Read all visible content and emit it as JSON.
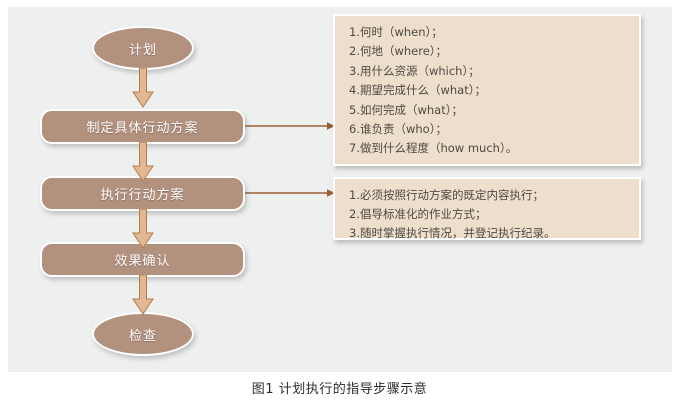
{
  "figure": {
    "caption": "图1  计划执行的指导步骤示意"
  },
  "colors": {
    "canvas_background": "#eef0ef",
    "node_fill": "#b2917f",
    "node_text": "#ffffff",
    "info_box_fill": "#eddfcb",
    "info_text": "#4e4a45",
    "arrow_fill": "#e3b794",
    "arrow_stroke": "#a06a3e",
    "connector_line": "#9a5f33",
    "page_background": "#ffffff"
  },
  "flow": {
    "nodes": [
      {
        "id": "plan",
        "label": "计划",
        "shape": "ellipse"
      },
      {
        "id": "make",
        "label": "制定具体行动方案",
        "shape": "rounded"
      },
      {
        "id": "execute",
        "label": "执行行动方案",
        "shape": "rounded"
      },
      {
        "id": "confirm",
        "label": "效果确认",
        "shape": "rounded"
      },
      {
        "id": "check",
        "label": "检查",
        "shape": "ellipse"
      }
    ]
  },
  "info_boxes": [
    {
      "id": "plan-details",
      "lines": [
        "1.何时（when）；",
        "2.何地（where）；",
        "3.用什么资源（which）；",
        "4.期望完成什么（what）；",
        "5.如何完成（what）；",
        "6.谁负责（who）；",
        "7.做到什么程度（how much）。"
      ]
    },
    {
      "id": "execute-details",
      "lines": [
        "1.必须按照行动方案的既定内容执行；",
        "2.倡导标准化的作业方式；",
        "3.随时掌握执行情况，并登记执行纪录。"
      ]
    }
  ]
}
